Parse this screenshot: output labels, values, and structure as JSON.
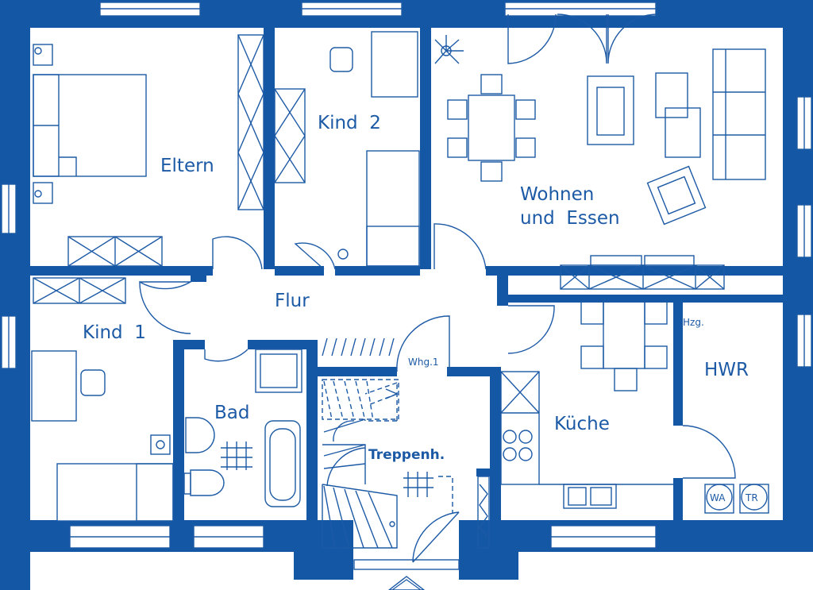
{
  "colors": {
    "wall": "#1457a5",
    "line": "#1d5aa6",
    "background": "#ffffff"
  },
  "rooms": {
    "eltern": "Eltern",
    "kind2": "Kind  2",
    "wohnen_line1": "Wohnen",
    "wohnen_line2": "und  Essen",
    "flur": "Flur",
    "kind1": "Kind  1",
    "bad": "Bad",
    "kueche": "Küche",
    "hwr": "HWR",
    "treppenhaus": "Treppenh."
  },
  "labels": {
    "hzg": "Hzg.",
    "whg": "Whg.1",
    "wa": "WA",
    "tr": "TR"
  },
  "icons": [
    "plant-icon",
    "entrance-arrow-icon",
    "desk-chair-icon",
    "toilet-icon",
    "sink-icon",
    "stove-icon"
  ]
}
